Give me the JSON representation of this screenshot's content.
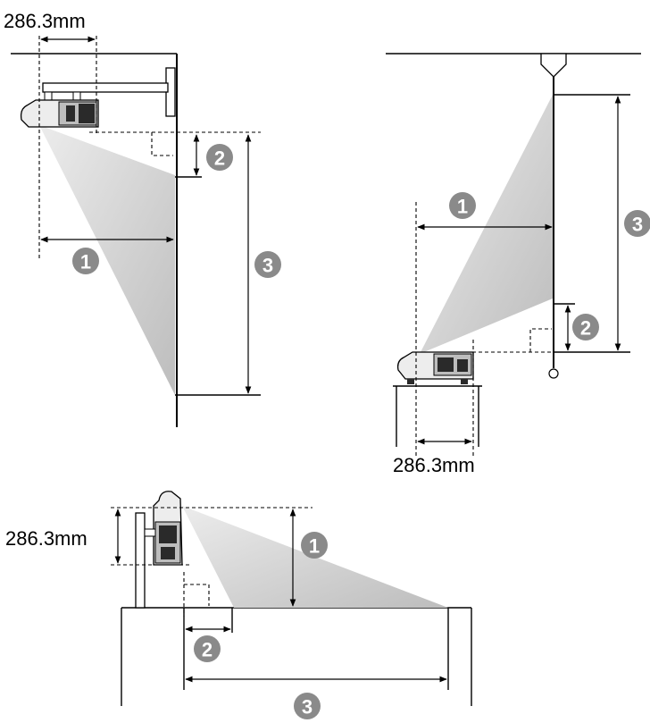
{
  "labels": {
    "offset_dimension": "286.3mm"
  },
  "markers": {
    "one": "1",
    "two": "2",
    "three": "3"
  },
  "colors": {
    "marker_fill": "#8a8a8a",
    "beam_light": "#e9e9e9",
    "beam_dark": "#bcbcbc",
    "line": "#000000"
  }
}
